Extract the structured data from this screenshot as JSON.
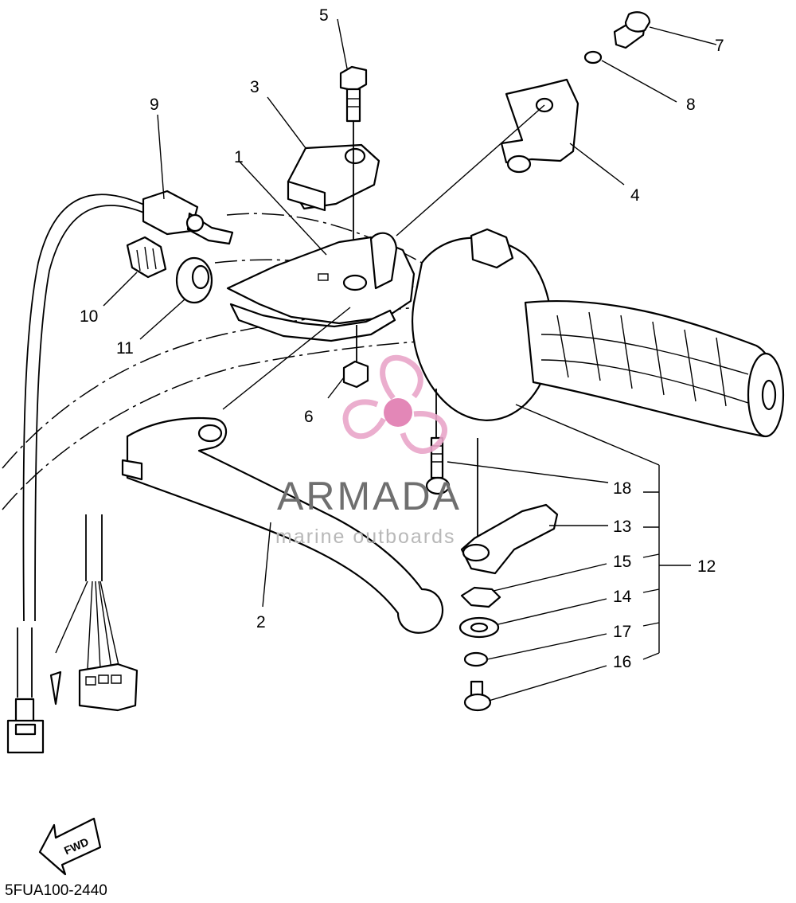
{
  "callouts": [
    {
      "n": "1"
    },
    {
      "n": "2"
    },
    {
      "n": "3"
    },
    {
      "n": "4"
    },
    {
      "n": "5"
    },
    {
      "n": "6"
    },
    {
      "n": "7"
    },
    {
      "n": "8"
    },
    {
      "n": "9"
    },
    {
      "n": "10"
    },
    {
      "n": "11"
    },
    {
      "n": "12"
    },
    {
      "n": "13"
    },
    {
      "n": "14"
    },
    {
      "n": "15"
    },
    {
      "n": "16"
    },
    {
      "n": "17"
    },
    {
      "n": "18"
    }
  ],
  "watermark": {
    "title": "ARMADA",
    "subtitle": "marine outboards",
    "logo_color": "#e9a6c9",
    "logo_core_color": "#e07bb0"
  },
  "diagram_code": "5FUA100-2440",
  "direction_badge": "FWD"
}
